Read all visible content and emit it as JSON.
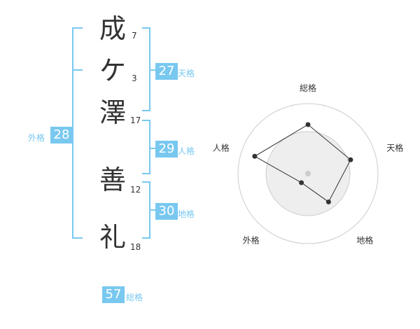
{
  "name": {
    "characters": [
      {
        "char": "成",
        "strokes": "7"
      },
      {
        "char": "ケ",
        "strokes": "3"
      },
      {
        "char": "澤",
        "strokes": "17"
      },
      {
        "char": "善",
        "strokes": "12"
      },
      {
        "char": "礼",
        "strokes": "18"
      }
    ]
  },
  "fortune": {
    "tenkaku": {
      "value": "27",
      "label": "天格"
    },
    "jinkaku": {
      "value": "29",
      "label": "人格"
    },
    "chikaku": {
      "value": "30",
      "label": "地格"
    },
    "gaikaku": {
      "value": "28",
      "label": "外格"
    },
    "soukaku": {
      "value": "57",
      "label": "総格"
    }
  },
  "colors": {
    "accent": "#78c8f0",
    "grid": "#cccccc",
    "fill": "#eeeeee",
    "line": "#333333"
  },
  "chart_data": {
    "type": "radar",
    "axes": [
      "総格",
      "天格",
      "地格",
      "外格",
      "人格"
    ],
    "max": 5,
    "values": [
      3.5,
      3.2,
      2.5,
      0.8,
      4.0
    ]
  }
}
